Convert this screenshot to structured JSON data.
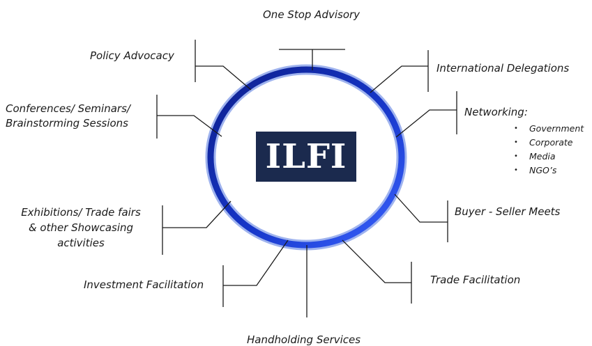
{
  "center": {
    "logo_text": "ILFI"
  },
  "labels": {
    "one_stop": "One Stop Advisory",
    "policy": "Policy Advocacy",
    "intl": "International Delegations",
    "conferences_1": "Conferences/ Seminars/",
    "conferences_2": "Brainstorming Sessions",
    "networking": "Networking:",
    "exhibitions_1": "Exhibitions/ Trade fairs",
    "exhibitions_2": "& other Showcasing",
    "exhibitions_3": "activities",
    "buyer_seller": "Buyer - Seller Meets",
    "investment": "Investment Facilitation",
    "trade": "Trade Facilitation",
    "handholding": "Handholding Services"
  },
  "networking_items": [
    "Government",
    "Corporate",
    "Media",
    "NGO’s"
  ],
  "colors": {
    "ring_dark": "#0d1f8c",
    "ring_light": "#3a63ff",
    "ring_outline": "#9fb3ee",
    "logo_bg": "#1b2a4e",
    "line": "#1a1a1a"
  }
}
